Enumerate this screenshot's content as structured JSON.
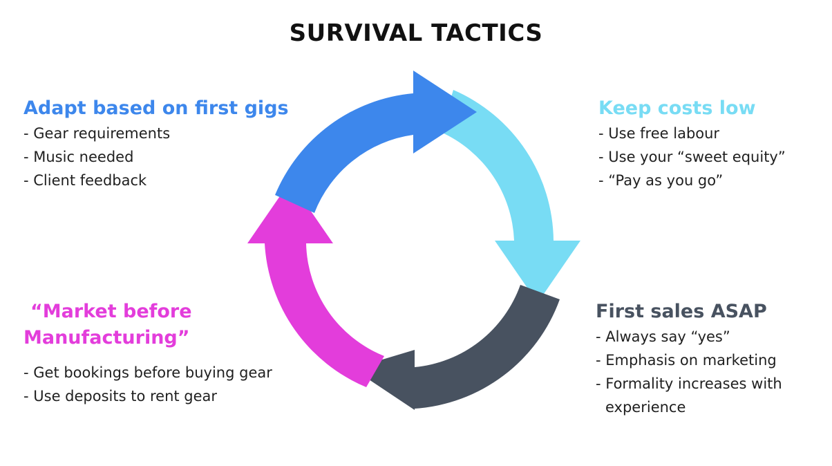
{
  "title": "SURVIVAL TACTICS",
  "colors": {
    "adapt": "#3d87ec",
    "costs": "#78dcf4",
    "sales": "#485260",
    "market": "#e33ddb"
  },
  "adapt": {
    "heading": "Adapt based on first gigs",
    "items": [
      "- Gear requirements",
      "- Music needed",
      "- Client feedback"
    ]
  },
  "costs": {
    "heading": "Keep costs low",
    "items": [
      "- Use free labour",
      "- Use your “sweet equity”",
      "- “Pay as you go”"
    ]
  },
  "market": {
    "heading_line1": "“Market before",
    "heading_line2": "Manufacturing”",
    "items": [
      "- Get bookings before buying gear",
      "- Use deposits to rent gear"
    ]
  },
  "sales": {
    "heading": "First sales ASAP",
    "items": [
      "- Always say “yes”",
      "- Emphasis on marketing",
      "- Formality increases with",
      "experience"
    ]
  }
}
